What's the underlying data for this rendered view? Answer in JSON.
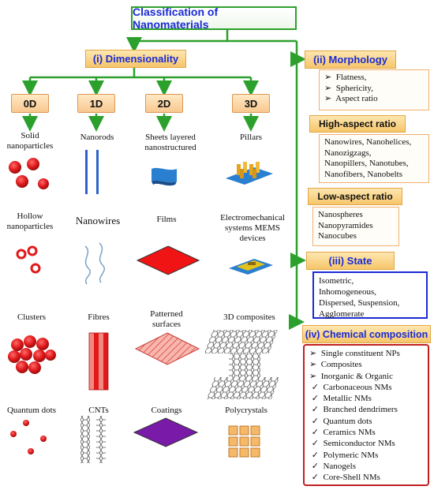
{
  "title": "Classification of Nanomaterials",
  "dimensionality": {
    "label": "(i) Dimensionality",
    "columns": [
      {
        "tab": "0D",
        "items": [
          "Solid nanoparticles",
          "Hollow nanoparticles",
          "Clusters",
          "Quantum dots"
        ]
      },
      {
        "tab": "1D",
        "items": [
          "Nanorods",
          "Nanowires",
          "Fibres",
          "CNTs"
        ]
      },
      {
        "tab": "2D",
        "items": [
          "Sheets layered nanostructured",
          "Films",
          "Patterned surfaces",
          "Coatings"
        ]
      },
      {
        "tab": "3D",
        "items": [
          "Pillars",
          "Electromechanical systems MEMS devices",
          "3D composites",
          "Polycrystals"
        ]
      }
    ]
  },
  "morphology": {
    "label": "(ii) Morphology",
    "items": [
      "Flatness,",
      "Sphericity,",
      "Aspect ratio"
    ],
    "high_aspect": {
      "label": "High-aspect ratio",
      "text": [
        "Nanowires, Nanohelices,",
        "Nanozigzags,",
        "Nanopillers, Nanotubes,",
        "Nanofibers, Nanobelts"
      ]
    },
    "low_aspect": {
      "label": "Low-aspect ratio",
      "text": [
        "Nanospheres",
        "Nanopyramides",
        "Nanocubes"
      ]
    }
  },
  "state": {
    "label": "(iii) State",
    "text": [
      "Isometric,",
      "Inhomogeneous,",
      "Dispersed, Suspension,",
      "Agglomerate"
    ]
  },
  "chemical": {
    "label": "(iv) Chemical composition",
    "arrow_items": [
      "Single constituent NPs",
      "Composites",
      "Inorganic & Organic"
    ],
    "check_items": [
      "Carbonaceous NMs",
      "Metallic NMs",
      "Branched dendrimers",
      "Quantum  dots",
      "Ceramics NMs",
      "Semiconductor NMs",
      "Polymeric NMs",
      "Nanogels",
      "Core-Shell NMs"
    ]
  },
  "colors": {
    "connector": "#2ca02c",
    "header_text": "#1a2bd6",
    "state_border": "#1a2bd6",
    "chem_border": "#c21f1f",
    "accent_red": "#e0191b"
  }
}
